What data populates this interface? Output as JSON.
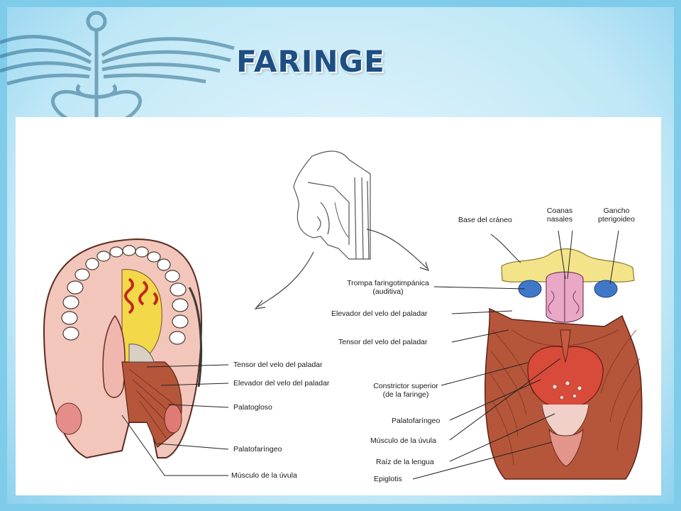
{
  "slide": {
    "title": "FARINGE"
  },
  "labels": {
    "left": {
      "tensor": "Tensor del velo del paladar",
      "elevador": "Elevador del velo del paladar",
      "palatogloso": "Palatogloso",
      "palatofaringeo": "Palatofaríngeo",
      "uvula": "Músculo de la úvula"
    },
    "right": {
      "base_craneo": "Base del cráneo",
      "coanas_1": "Coanas",
      "coanas_2": "nasales",
      "gancho_1": "Gancho",
      "gancho_2": "pterigoideo",
      "trompa_1": "Trompa faringotimpánica",
      "trompa_2": "(auditiva)",
      "elevador": "Elevador del velo del paladar",
      "tensor": "Tensor del velo del paladar",
      "constrictor_1": "Constrictor superior",
      "constrictor_2": "(de la faringe)",
      "palatofaringeo": "Palatofaríngeo",
      "uvula": "Músculo de la úvula",
      "raiz": "Raíz de la lengua",
      "epiglotis": "Epiglotis"
    }
  },
  "colors": {
    "title": "#1d4f83",
    "muscle": "#b5563b",
    "bone": "#f3e48a",
    "blue": "#3f78c9",
    "pink": "#e9a9c6"
  }
}
